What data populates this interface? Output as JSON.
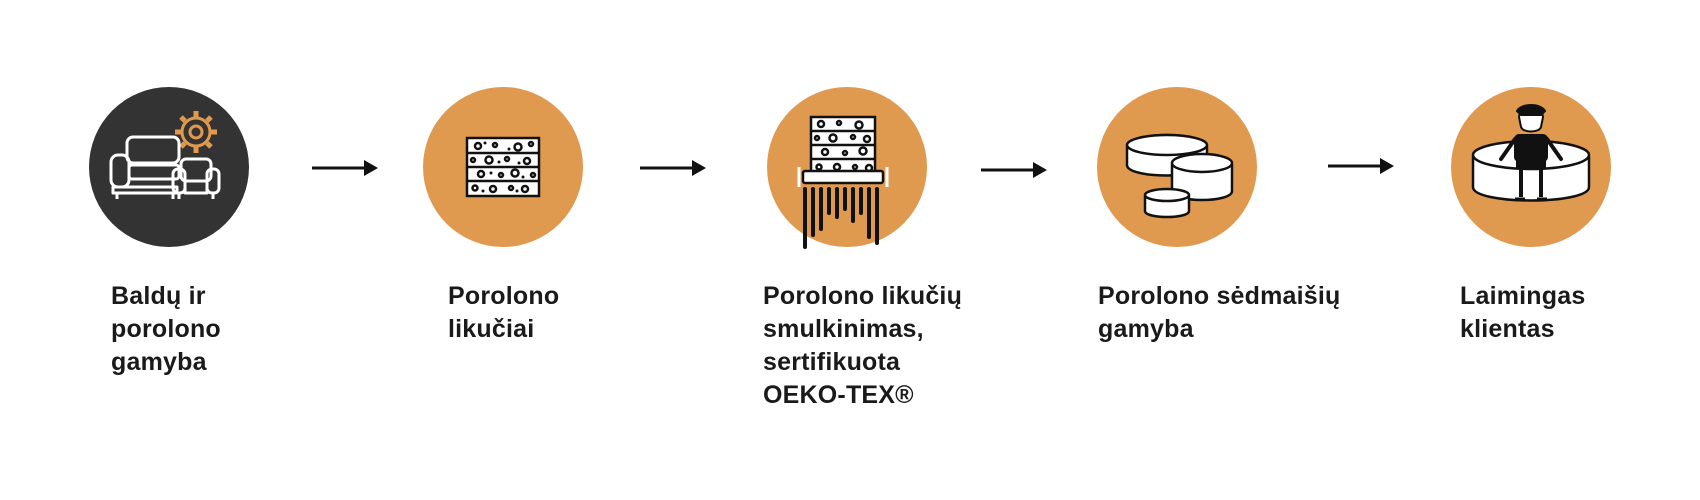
{
  "colors": {
    "dark_circle": "#333333",
    "orange_circle": "#e09a50",
    "text": "#1a1a1a"
  },
  "steps": [
    {
      "label": "Baldų ir\nporolono\ngamyba",
      "icon": "sofa-gear-icon"
    },
    {
      "label": "Porolono\nlikučiai",
      "icon": "foam-block-icon"
    },
    {
      "label": "Porolono likučių\nsmulkinimas,\nsertifikuota\nOEKO-TEX®",
      "icon": "foam-shredder-icon"
    },
    {
      "label": "Porolono sėdmaišių\ngamyba",
      "icon": "beanbags-icon"
    },
    {
      "label": "Laimingas\nklientas",
      "icon": "happy-client-icon"
    }
  ]
}
